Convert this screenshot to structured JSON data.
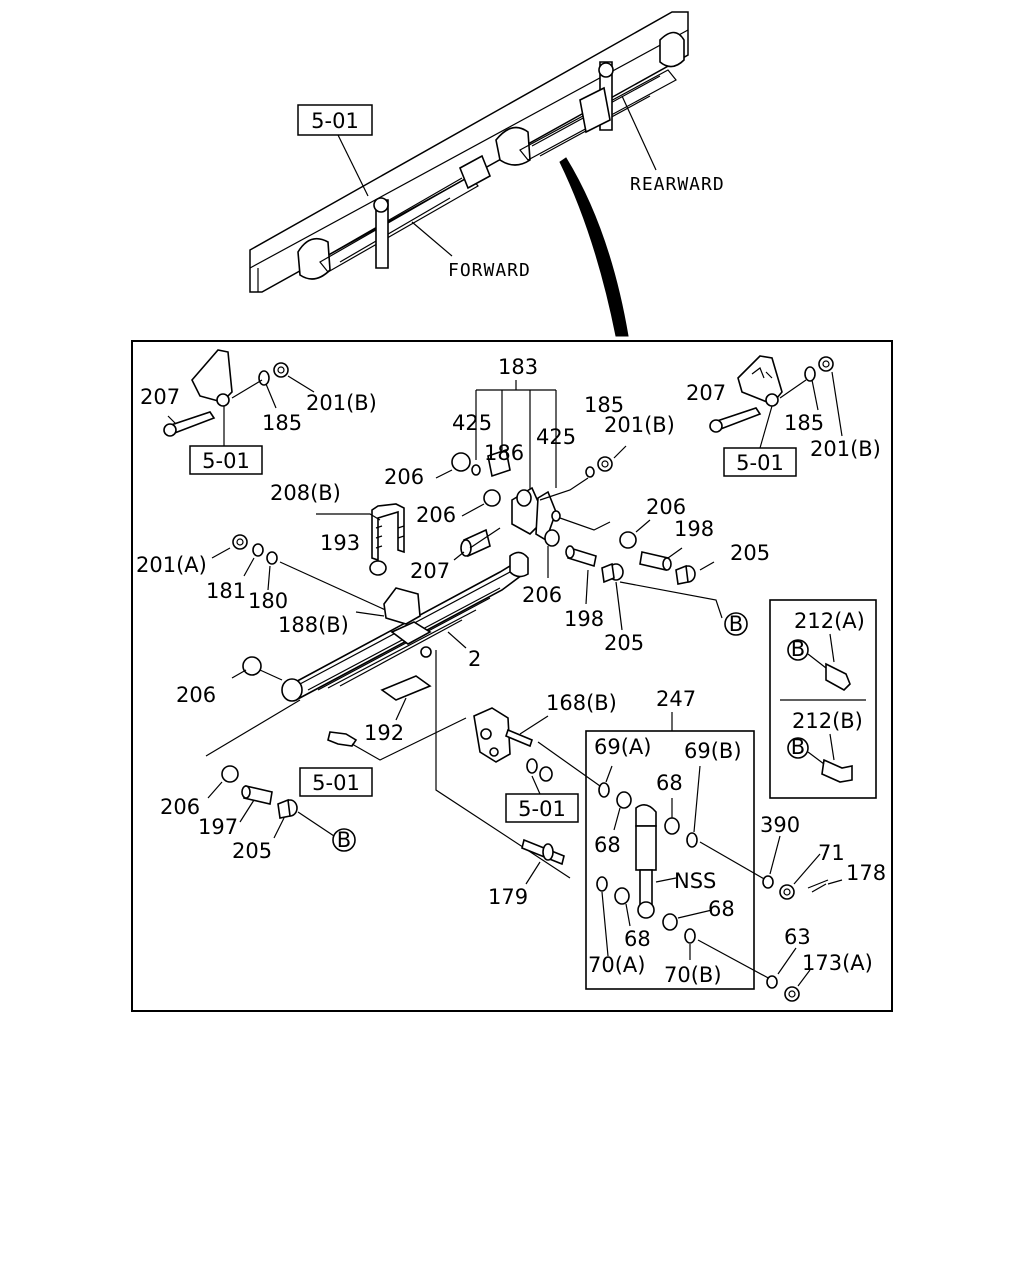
{
  "overview": {
    "ref_label": "5-01",
    "rearward_label": "REARWARD",
    "forward_label": "FORWARD"
  },
  "callouts": {
    "c183": "183",
    "c425a": "425",
    "c425b": "425",
    "c186": "186",
    "c185_top": "185",
    "c201b_top": "201(B)",
    "c207_left": "207",
    "c185_left": "185",
    "c201b_left": "201(B)",
    "c501_left": "5-01",
    "c207_right": "207",
    "c185_right": "185",
    "c201b_right": "201(B)",
    "c501_right": "5-01",
    "c206_a": "206",
    "c206_b": "206",
    "c206_c": "206",
    "c206_d": "206",
    "c206_e": "206",
    "c206_f": "206",
    "c208b": "208(B)",
    "c193": "193",
    "c207_mid": "207",
    "c201a": "201(A)",
    "c181": "181",
    "c180": "180",
    "c188b": "188(B)",
    "c2": "2",
    "c198_a": "198",
    "c198_b": "198",
    "c205_a": "205",
    "c205_b": "205",
    "c205_c": "205",
    "c192": "192",
    "c501_mid": "5-01",
    "c501_low": "5-01",
    "c168b": "168(B)",
    "c247": "247",
    "c69a": "69(A)",
    "c69b": "69(B)",
    "c68_a": "68",
    "c68_b": "68",
    "c68_c": "68",
    "c68_d": "68",
    "nss": "NSS",
    "c390": "390",
    "c71": "71",
    "c178": "178",
    "c197": "197",
    "c179": "179",
    "c70a": "70(A)",
    "c70b": "70(B)",
    "c63": "63",
    "c173a": "173(A)",
    "c212a": "212(A)",
    "c212b": "212(B)",
    "b_marker": "B"
  }
}
